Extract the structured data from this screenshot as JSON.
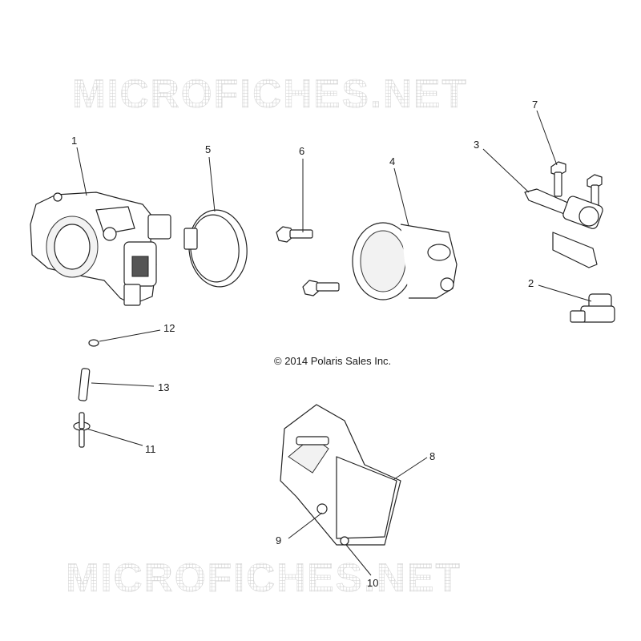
{
  "watermark": {
    "text": "MICROFICHES.NET"
  },
  "copyright": "© 2014 Polaris Sales Inc.",
  "callouts": [
    {
      "id": "1",
      "label": "1"
    },
    {
      "id": "2",
      "label": "2"
    },
    {
      "id": "3",
      "label": "3"
    },
    {
      "id": "4",
      "label": "4"
    },
    {
      "id": "5",
      "label": "5"
    },
    {
      "id": "6",
      "label": "6"
    },
    {
      "id": "7",
      "label": "7"
    },
    {
      "id": "8",
      "label": "8"
    },
    {
      "id": "9",
      "label": "9"
    },
    {
      "id": "10",
      "label": "10"
    },
    {
      "id": "11",
      "label": "11"
    },
    {
      "id": "12",
      "label": "12"
    },
    {
      "id": "13",
      "label": "13"
    }
  ]
}
